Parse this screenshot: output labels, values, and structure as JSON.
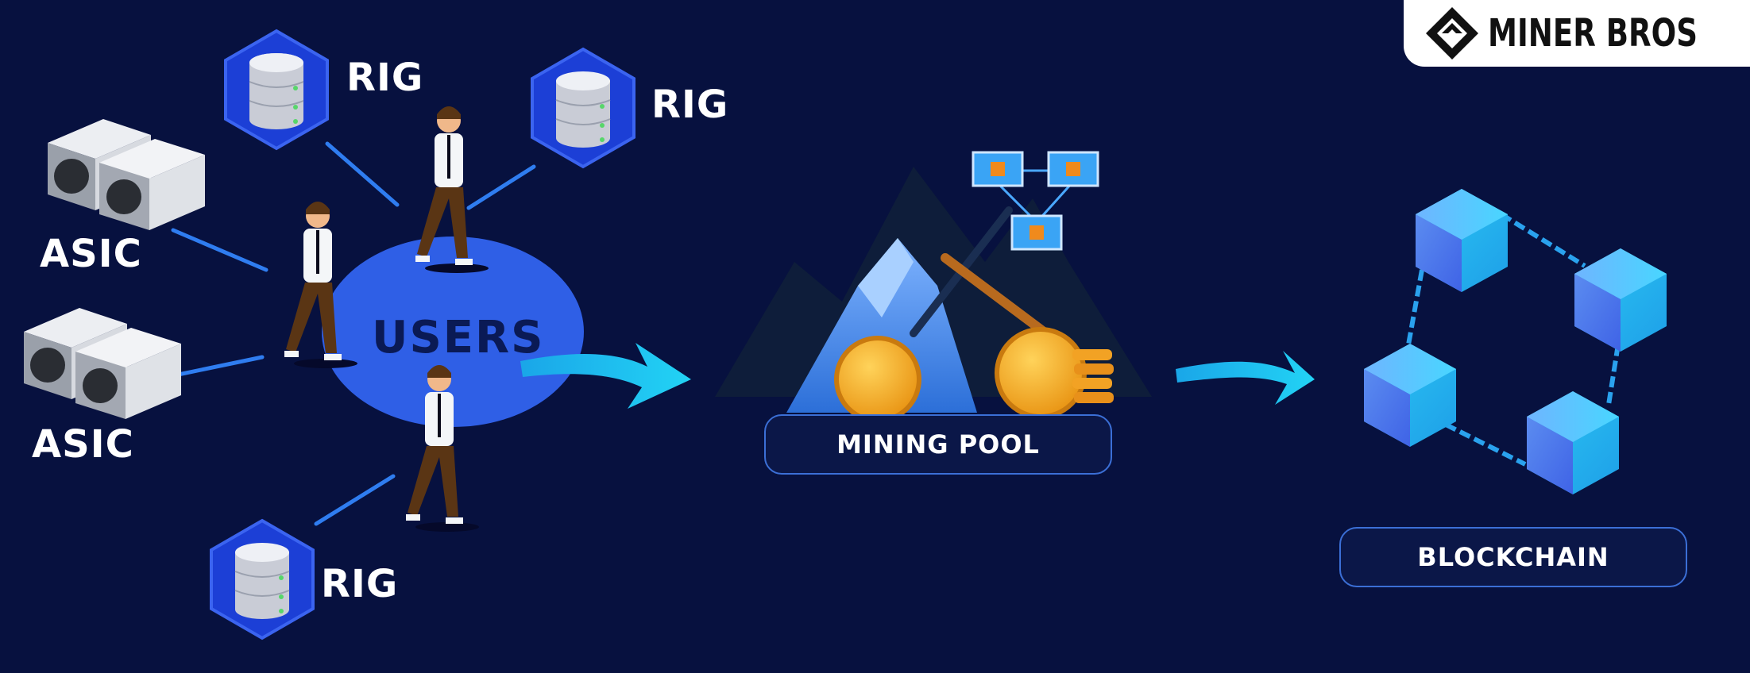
{
  "brand": {
    "name": "MINER BROS"
  },
  "nodes": {
    "rig_top_left": "RIG",
    "rig_top_right": "RIG",
    "rig_bottom": "RIG",
    "asic_top": "ASIC",
    "asic_bottom": "ASIC",
    "users": "USERS",
    "mining_pool": "MINING POOL",
    "blockchain": "BLOCKCHAIN"
  },
  "colors": {
    "background": "#07113f",
    "users_ellipse": "#2f5fe6",
    "arrow": "#1ec8f2",
    "connector": "#2f7df0",
    "cube": "#34b4f0"
  }
}
